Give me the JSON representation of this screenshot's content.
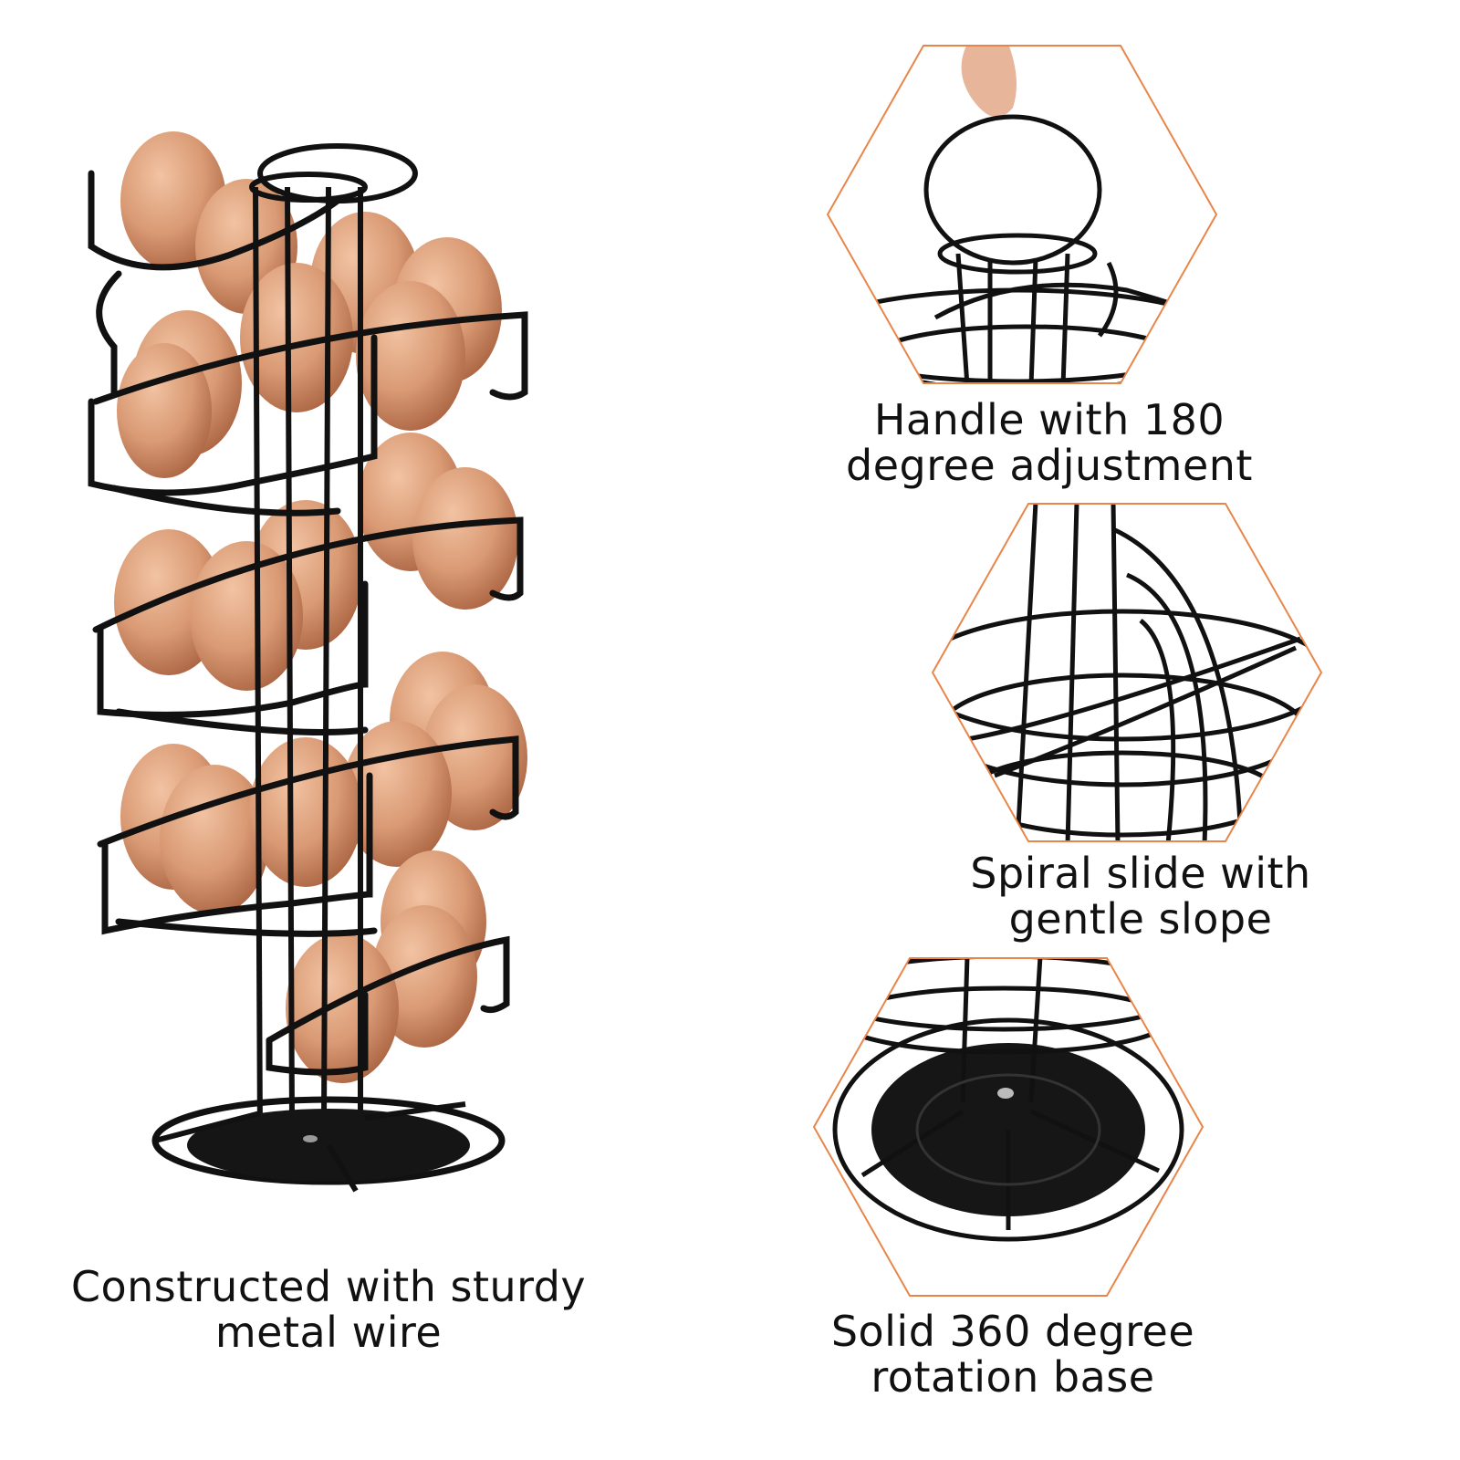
{
  "colors": {
    "egg": "#d99a74",
    "egg_shadow": "#b8704f",
    "wire": "#111111",
    "hex_outline": "#e8864a",
    "background": "#ffffff"
  },
  "main_caption": {
    "line1": "Constructed with sturdy",
    "line2": "metal wire"
  },
  "features": [
    {
      "line1": "Handle with 180",
      "line2": "degree adjustment",
      "icon": "handle-detail"
    },
    {
      "line1": "Spiral slide with",
      "line2": "gentle slope",
      "icon": "spiral-detail"
    },
    {
      "line1": "Solid 360 degree",
      "line2": "rotation base",
      "icon": "base-detail"
    }
  ]
}
